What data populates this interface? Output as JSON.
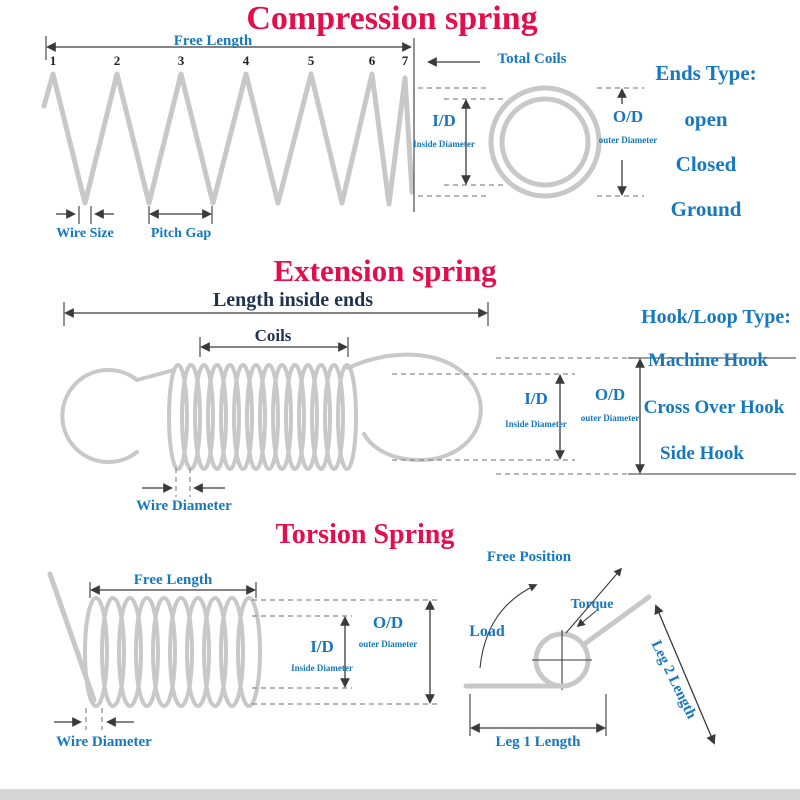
{
  "colors": {
    "title_crimson": "#e40e4c",
    "label_blue": "#1678be",
    "header_navy": "#1f3350",
    "spring_gray": "#c8c8c8",
    "dimension_dark": "#3a3a3a"
  },
  "compression": {
    "title": "Compression spring",
    "free_length": "Free Length",
    "coil_numbers": [
      "1",
      "2",
      "3",
      "4",
      "5",
      "6",
      "7"
    ],
    "wire_size": "Wire Size",
    "pitch_gap": "Pitch Gap",
    "total_coils": "Total Coils",
    "id_label": "I/D",
    "id_sub": "Inside Diameter",
    "od_label": "O/D",
    "od_sub": "outer Diameter",
    "ends_type_title": "Ends Type:",
    "ends_types": [
      "open",
      "Closed",
      "Ground"
    ]
  },
  "extension": {
    "title": "Extension spring",
    "length_inside_ends": "Length inside ends",
    "coils": "Coils",
    "wire_diameter": "Wire Diameter",
    "id_label": "I/D",
    "id_sub": "Inside Diameter",
    "od_label": "O/D",
    "od_sub": "outer Diameter",
    "hook_type_title": "Hook/Loop Type:",
    "hook_types": [
      "Machine Hook",
      "Cross Over Hook",
      "Side Hook"
    ]
  },
  "torsion": {
    "title": "Torsion Spring",
    "free_length": "Free Length",
    "wire_diameter": "Wire Diameter",
    "id_label": "I/D",
    "id_sub": "Inside Diameter",
    "od_label": "O/D",
    "od_sub": "outer Diameter",
    "free_position": "Free Position",
    "torque": "Torque",
    "load": "Load",
    "leg1": "Leg 1 Length",
    "leg2": "Leg 2 Length"
  }
}
